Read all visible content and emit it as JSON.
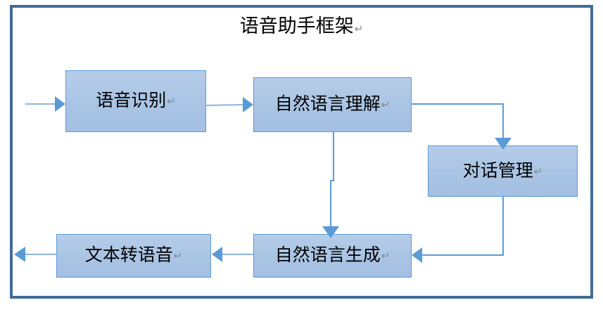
{
  "diagram": {
    "title": "语音助手框架",
    "title_return_mark": "↵",
    "frame_color": "#416C96",
    "node_fill_color": "#A9C4E4",
    "node_border_color": "#5B9BD5",
    "connector_color": "#5B9BD5",
    "nodes": [
      {
        "id": "asr",
        "label": "语音识别",
        "return_mark": "↵"
      },
      {
        "id": "nlu",
        "label": "自然语言理解",
        "return_mark": "↵"
      },
      {
        "id": "dm",
        "label": "对话管理",
        "return_mark": "↵"
      },
      {
        "id": "nlg",
        "label": "自然语言生成",
        "return_mark": "↵"
      },
      {
        "id": "tts",
        "label": "文本转语音",
        "return_mark": "↵"
      }
    ],
    "connectors": [
      {
        "id": "input-to-asr",
        "from": "input",
        "to": "asr",
        "direction": "right"
      },
      {
        "id": "asr-to-nlu",
        "from": "asr",
        "to": "nlu",
        "direction": "right"
      },
      {
        "id": "nlu-to-dm",
        "from": "nlu",
        "to": "dm",
        "direction": "down"
      },
      {
        "id": "nlu-to-nlg",
        "from": "nlu",
        "to": "nlg",
        "direction": "down"
      },
      {
        "id": "dm-to-nlg",
        "from": "dm",
        "to": "nlg",
        "direction": "left"
      },
      {
        "id": "nlg-to-tts",
        "from": "nlg",
        "to": "tts",
        "direction": "left"
      },
      {
        "id": "tts-to-output",
        "from": "tts",
        "to": "output",
        "direction": "left"
      }
    ]
  }
}
